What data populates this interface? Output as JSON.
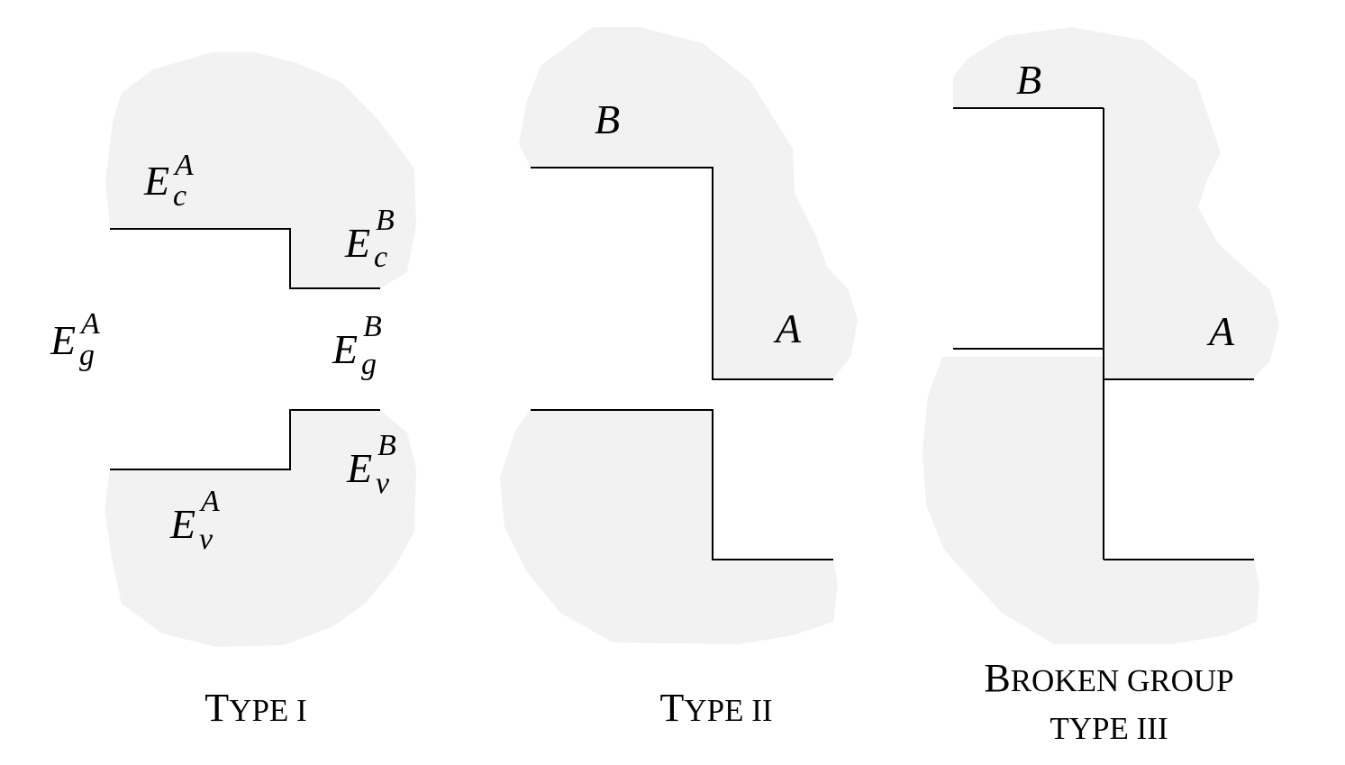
{
  "colors": {
    "region": "#f2f2f2",
    "line": "#000000",
    "background": "#ffffff"
  },
  "panels": {
    "type1": {
      "caption": {
        "big": "T",
        "small": "YPE I"
      },
      "labels": {
        "ec_a": {
          "base": "E",
          "sub": "c",
          "sup": "A"
        },
        "ec_b": {
          "base": "E",
          "sub": "c",
          "sup": "B"
        },
        "eg_a": {
          "base": "E",
          "sub": "g",
          "sup": "A"
        },
        "eg_b": {
          "base": "E",
          "sub": "g",
          "sup": "B"
        },
        "ev_a": {
          "base": "E",
          "sub": "v",
          "sup": "A"
        },
        "ev_b": {
          "base": "E",
          "sub": "v",
          "sup": "B"
        }
      }
    },
    "type2": {
      "caption": {
        "big": "T",
        "small": "YPE II"
      },
      "label_b": "B",
      "label_a": "A"
    },
    "type3": {
      "caption_line1": {
        "big": "B",
        "small": "ROKEN GROUP"
      },
      "caption_line2": "TYPE III",
      "label_b": "B",
      "label_a": "A"
    }
  }
}
